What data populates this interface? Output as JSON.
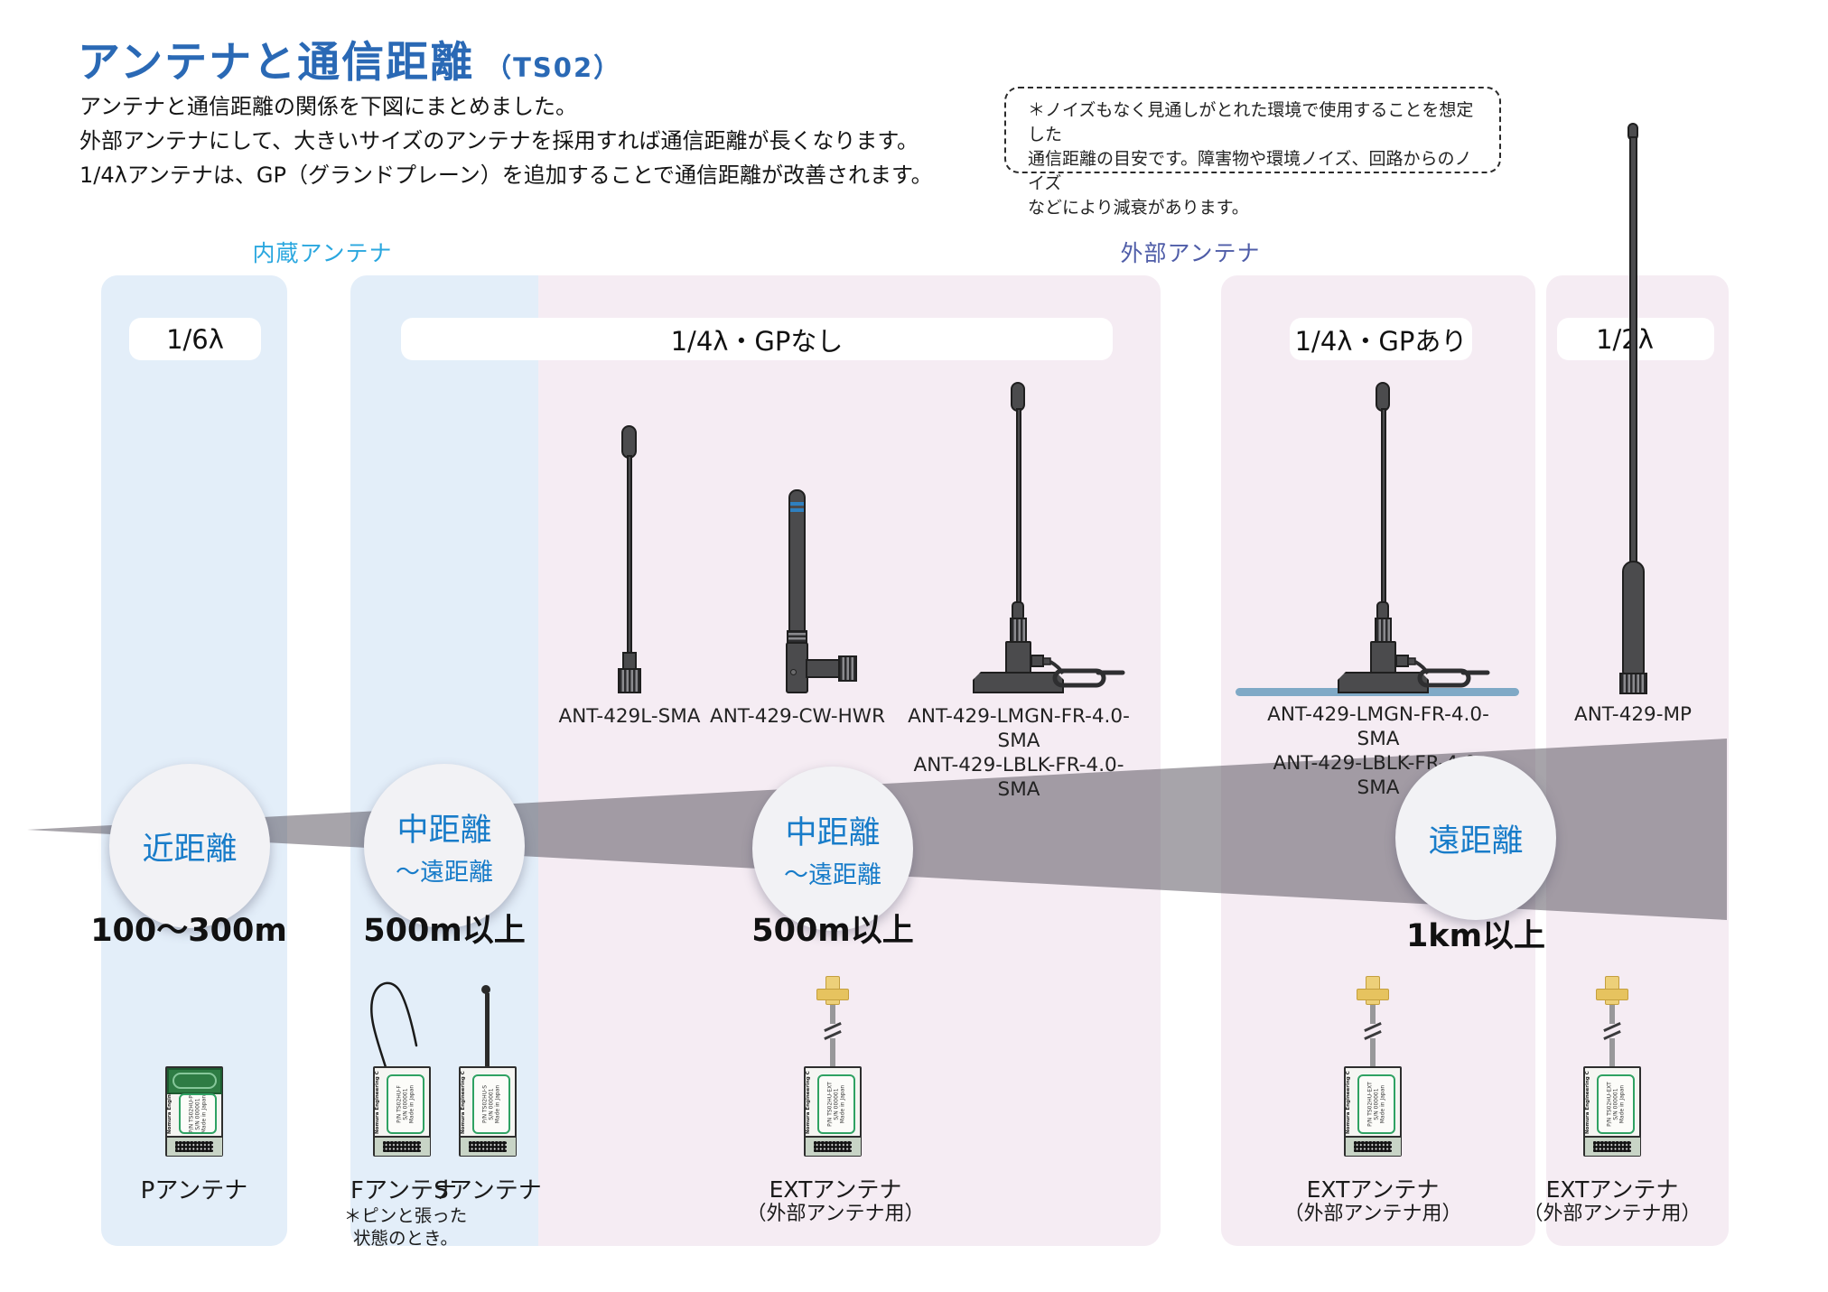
{
  "header": {
    "title": "アンテナと通信距離",
    "title_suffix": "（TS02）",
    "intro1": "アンテナと通信距離の関係を下図にまとめました。",
    "intro2": "外部アンテナにして、大きいサイズのアンテナを採用すれば通信距離が長くなります。",
    "intro3": "1/4λアンテナは、GP（グランドプレーン）を追加することで通信距離が改善されます。"
  },
  "note": {
    "line1": "＊ノイズもなく見通しがとれた環境で使用することを想定した",
    "line2": "通信距離の目安です。障害物や環境ノイズ、回路からのノイズ",
    "line3": "などにより減衰があります。"
  },
  "groups": {
    "internal": "内蔵アンテナ",
    "external": "外部アンテナ"
  },
  "pills": {
    "p16": "1/6λ",
    "p14_nogp": "1/4λ・GPなし",
    "p14_gp": "1/4λ・GPあり",
    "p12": "1/2λ"
  },
  "products": {
    "l_sma": "ANT-429L-SMA",
    "cw_hwr": "ANT-429-CW-HWR",
    "lmgn": "ANT-429-LMGN-FR-4.0-SMA",
    "lblk": "ANT-429-LBLK-FR-4.0-SMA",
    "mp": "ANT-429-MP"
  },
  "ranges": {
    "r1": {
      "circle_line1": "近距離",
      "distance": "100〜300m"
    },
    "r2": {
      "circle_line1": "中距離",
      "circle_line2": "〜遠距離",
      "distance": "500m以上"
    },
    "r3": {
      "circle_line1": "中距離",
      "circle_line2": "〜遠距離",
      "distance": "500m以上"
    },
    "r4": {
      "circle_line1": "遠距離",
      "distance": "1km以上"
    }
  },
  "modules": {
    "company": "Nomura Engineering Co., Ltd.",
    "made_in": "Made in Japan",
    "p": {
      "name": "Pアンテナ",
      "pn": "P/N TS02HU-P",
      "sn": "S/N 000001"
    },
    "f": {
      "name": "Fアンテナ",
      "pn": "P/N TS02HU-F",
      "sn": "S/N 000001",
      "note1": "＊ピンと張った",
      "note2": "状態のとき。"
    },
    "s": {
      "name": "Sアンテナ",
      "pn": "P/N TS02HU-S",
      "sn": "S/N 000001"
    },
    "ext": {
      "name": "EXTアンテナ",
      "sub": "（外部アンテナ用）",
      "pn": "P/N TS02HU-EXT",
      "sn": "S/N 000001"
    }
  },
  "colors": {
    "title_blue": "#2a69b5",
    "internal_label": "#2aa7df",
    "external_label": "#4f5da8",
    "circle_text": "#187cc9",
    "column_blue": "#e3eef9",
    "column_pink": "#f5ecf3",
    "wedge_gray": "#504a56",
    "ground_plane_blue": "#7fa9c6",
    "sma_yellow": "#edd079"
  }
}
